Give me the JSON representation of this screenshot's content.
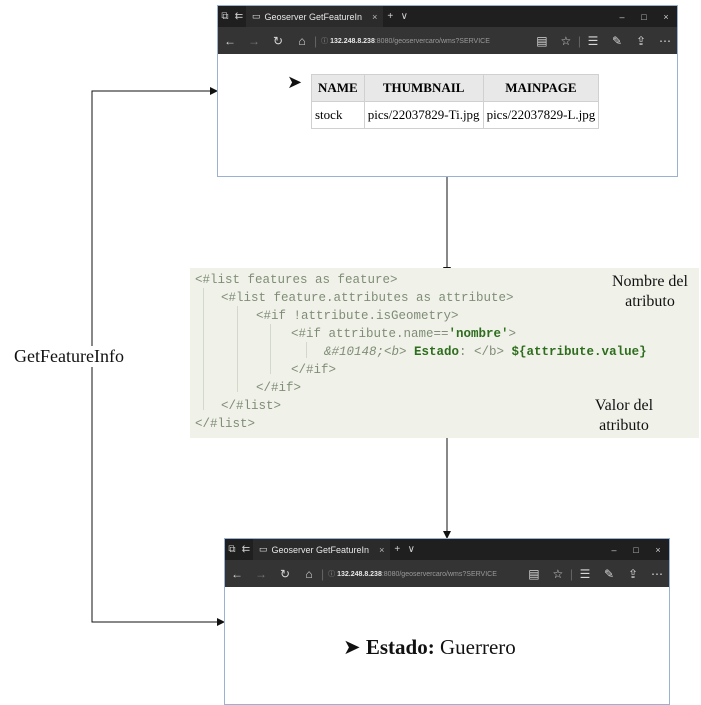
{
  "side_label": "GetFeatureInfo",
  "browser": {
    "tab_title": "Geoserver GetFeatureIn",
    "tab_close": "×",
    "new_tab": "+",
    "tab_menu": "∨",
    "url_host": "132.248.8.238",
    "url_rest": ":8080/geoservercaro/wms?SERVICE",
    "win_min": "–",
    "win_max": "□",
    "win_close": "×"
  },
  "table": {
    "headers": [
      "NAME",
      "THUMBNAIL",
      "MAINPAGE"
    ],
    "rows": [
      [
        "stock",
        "pics/22037829-Ti.jpg",
        "pics/22037829-L.jpg"
      ]
    ]
  },
  "pointer": "➤",
  "code": {
    "line1": "<#list features as feature>",
    "line2": "<#list feature.attributes as attribute>",
    "line3": "<#if !attribute.isGeometry>",
    "line4_a": "<#if attribute.name==",
    "line4_b": "'nombre'",
    "line4_c": ">",
    "line5_a": "&#10148;<b> ",
    "line5_b": "Estado",
    "line5_c": ": </b> ",
    "line5_d": "${attribute.value}",
    "line6": "</#if>",
    "line7": "</#if>",
    "line8": "</#list>",
    "line9": "</#list>"
  },
  "annotations": {
    "nombre_line1": "Nombre del",
    "nombre_line2": "atributo",
    "valor_line1": "Valor del",
    "valor_line2": "atributo"
  },
  "result": {
    "label": "Estado:",
    "value": "Guerrero"
  }
}
